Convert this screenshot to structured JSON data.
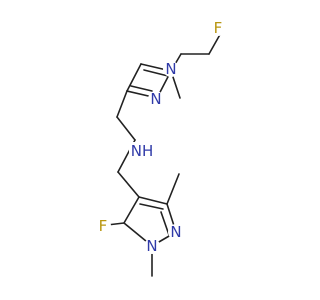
{
  "colors": {
    "bond": "#222222",
    "nitrogen": "#2f3aa8",
    "fluorine": "#b8960f",
    "carbon": "#222222",
    "background": "#ffffff"
  },
  "atoms": {
    "f_top": "F",
    "n1_top": "N",
    "n2_top": "N",
    "nh": "NH",
    "n1_bottom": "N",
    "n2_bottom": "N",
    "f_bottom": "F"
  }
}
